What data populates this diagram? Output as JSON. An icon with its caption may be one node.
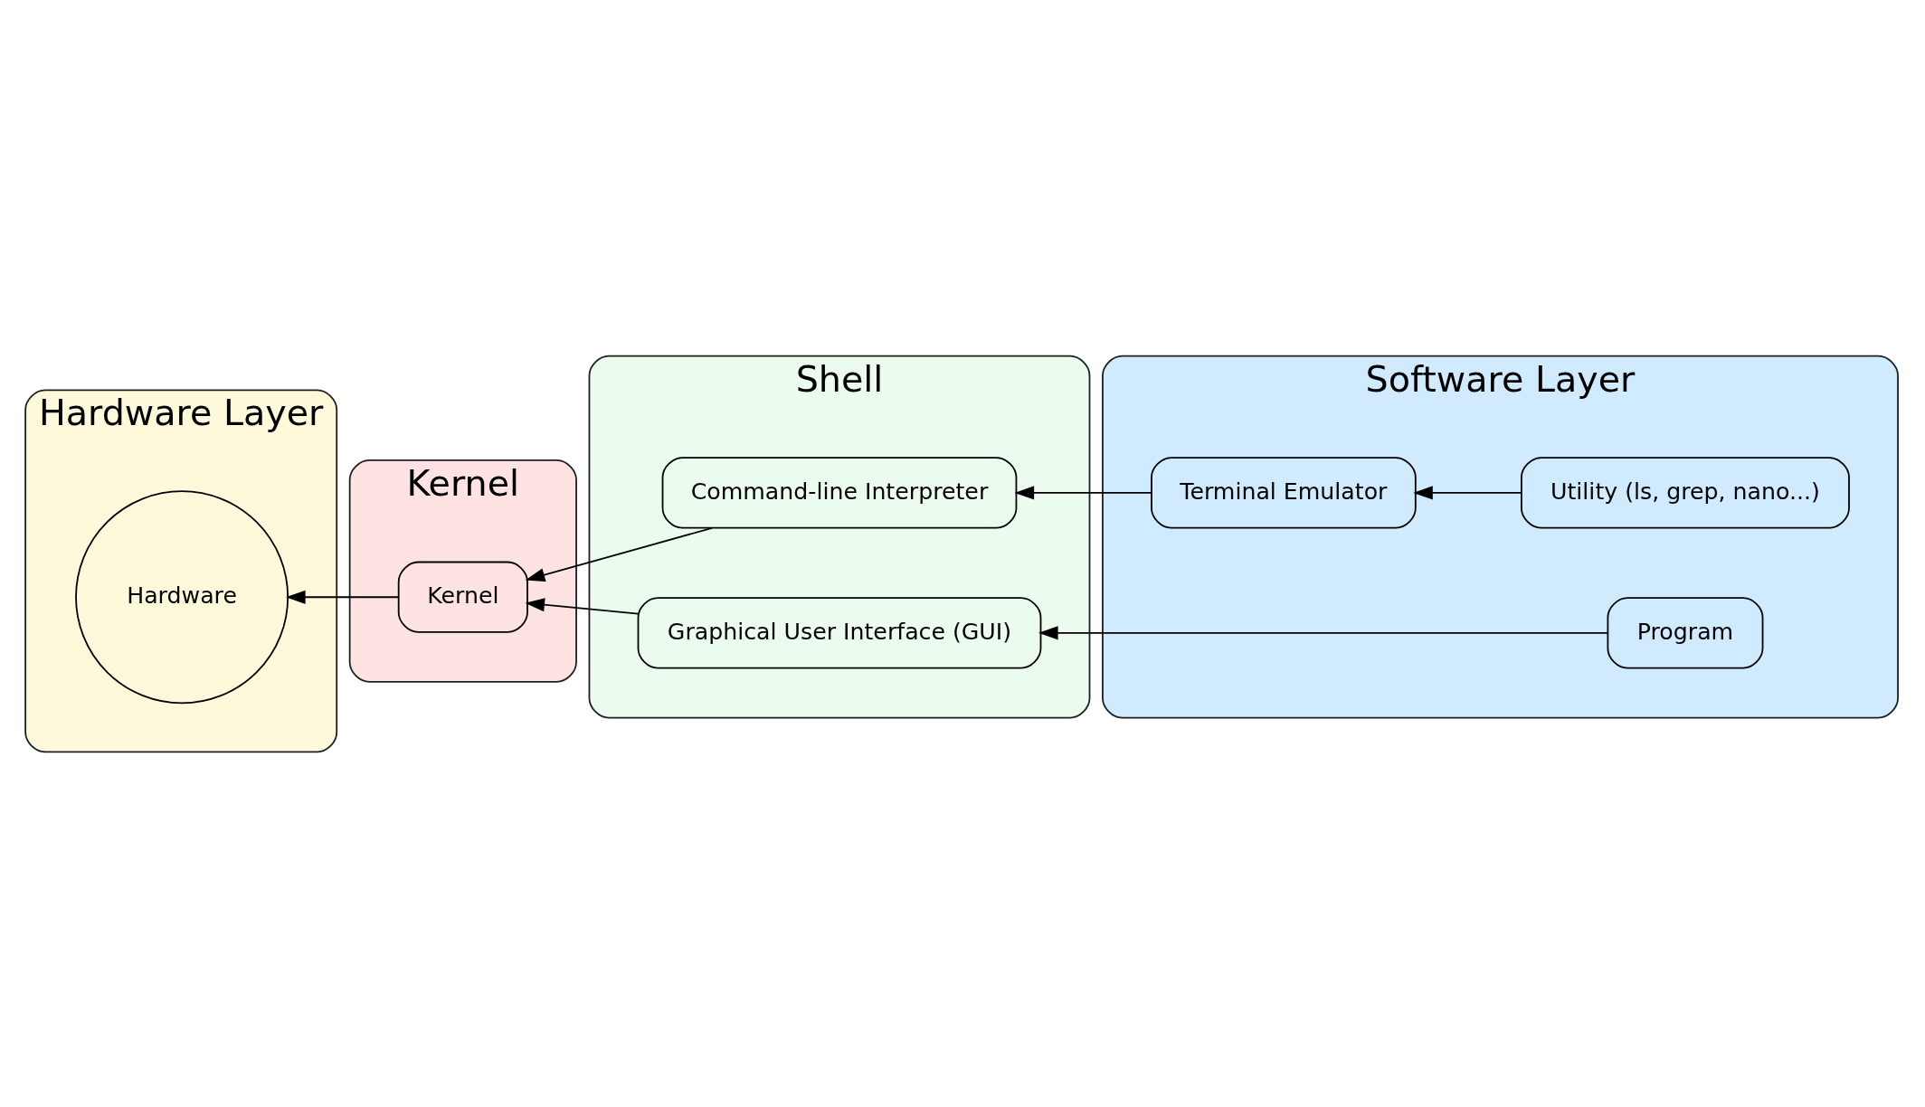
{
  "diagram": {
    "nodes": [
      {
        "text": [
          "Hardware Layer"
        ]
      },
      {
        "text": [
          "Hardware"
        ],
        "in": 0
      },
      {
        "text": [
          "Kernel"
        ]
      },
      {
        "text": [
          "Kernel"
        ],
        "in": 2
      },
      {
        "text": [
          "Shell"
        ]
      },
      {
        "text": [
          "Command-line Interpreter"
        ],
        "in": 4
      },
      {
        "text": [
          "Graphical User Interface (GUI)"
        ],
        "in": 4
      },
      {
        "text": [
          "Software Layer"
        ]
      },
      {
        "text": [
          "Terminal Emulator"
        ],
        "in": 7
      },
      {
        "text": [
          "Utility (ls, grep, nano...)"
        ],
        "in": 7
      },
      {
        "text": [
          "Program"
        ],
        "in": 7
      }
    ],
    "edges": [
      {
        "from": 3,
        "to": 1,
        "arrow": "to"
      },
      {
        "from": 5,
        "to": 3,
        "arrow": "to"
      },
      {
        "from": 6,
        "to": 3,
        "arrow": "to"
      },
      {
        "from": 8,
        "to": 5,
        "arrow": "to"
      },
      {
        "from": 9,
        "to": 8,
        "arrow": "to"
      },
      {
        "from": 10,
        "to": 6,
        "arrow": "to"
      }
    ]
  }
}
